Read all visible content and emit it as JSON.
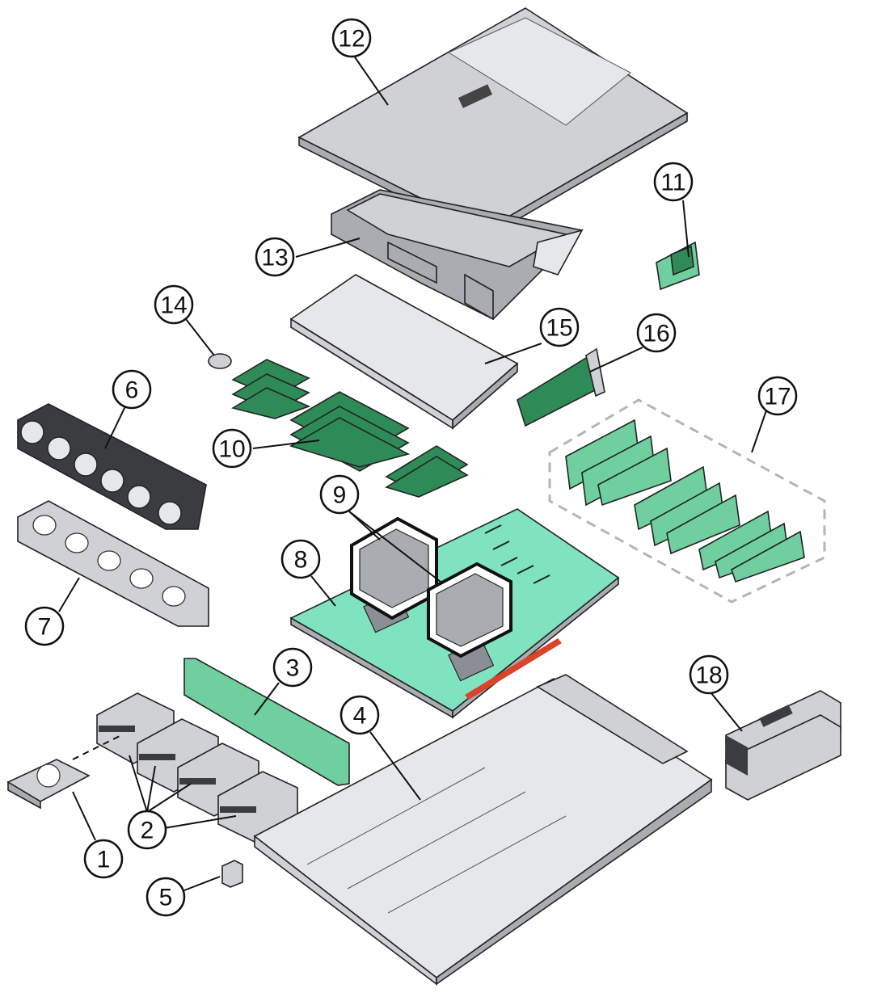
{
  "callouts": [
    {
      "label": "1",
      "part": "storage-drive"
    },
    {
      "label": "2",
      "part": "drive-cages"
    },
    {
      "label": "3",
      "part": "drive-backplane"
    },
    {
      "label": "4",
      "part": "chassis"
    },
    {
      "label": "5",
      "part": "front-indicator-module"
    },
    {
      "label": "6",
      "part": "fan-modules"
    },
    {
      "label": "7",
      "part": "fan-tray"
    },
    {
      "label": "8",
      "part": "motherboard"
    },
    {
      "label": "9",
      "part": "processor-heatsinks"
    },
    {
      "label": "10",
      "part": "dimms"
    },
    {
      "label": "11",
      "part": "small-board-module"
    },
    {
      "label": "12",
      "part": "top-cover"
    },
    {
      "label": "13",
      "part": "air-baffle"
    },
    {
      "label": "14",
      "part": "battery"
    },
    {
      "label": "15",
      "part": "dimm-bracket"
    },
    {
      "label": "16",
      "part": "internal-card"
    },
    {
      "label": "17",
      "part": "pcie-cards"
    },
    {
      "label": "18",
      "part": "power-supplies"
    }
  ],
  "colors": {
    "outline": "#111111",
    "metal": "#cfd1d4",
    "board": "#7fe3c0",
    "card": "#6fcf9f",
    "dimm": "#2e8b57",
    "chassis_red_strip": "#d9442b",
    "group_dashed": "#b5b5b5"
  }
}
